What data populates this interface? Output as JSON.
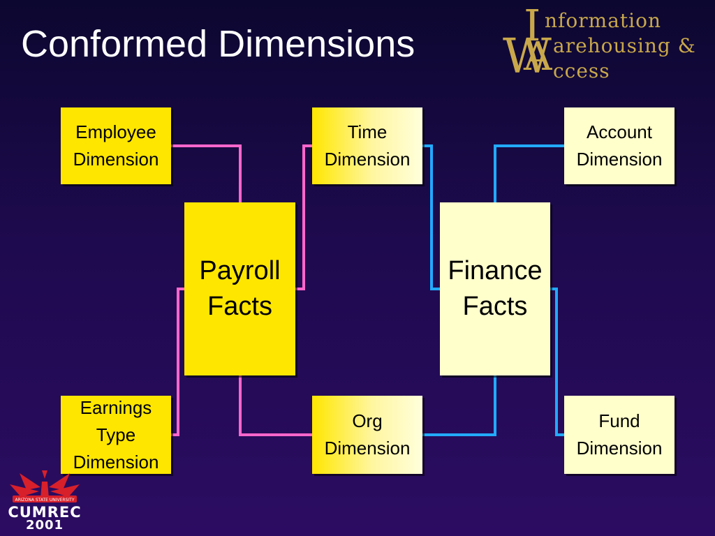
{
  "title": "Conformed Dimensions",
  "logo": {
    "initial_i": "I",
    "line1": "nformation",
    "initial_w": "W",
    "line2": "arehousing &",
    "initial_a": "A",
    "line3": "ccess"
  },
  "boxes": {
    "employee": "Employee\nDimension",
    "time": "Time\nDimension",
    "account": "Account\nDimension",
    "payroll": "Payroll\nFacts",
    "finance": "Finance\nFacts",
    "earnings": "Earnings\nType\nDimension",
    "org": "Org\nDimension",
    "fund": "Fund\nDimension"
  },
  "footer_logo": {
    "ring_text": "ARIZONA STATE UNIVERSITY",
    "name": "CUMREC",
    "year": "2001"
  },
  "colors": {
    "payroll_connector": "#ff66cc",
    "finance_connector": "#22aaff",
    "fact_yellow": "#ffe600",
    "dimension_cream": "#ffffcc",
    "logo_gold": "#c9a84b"
  }
}
